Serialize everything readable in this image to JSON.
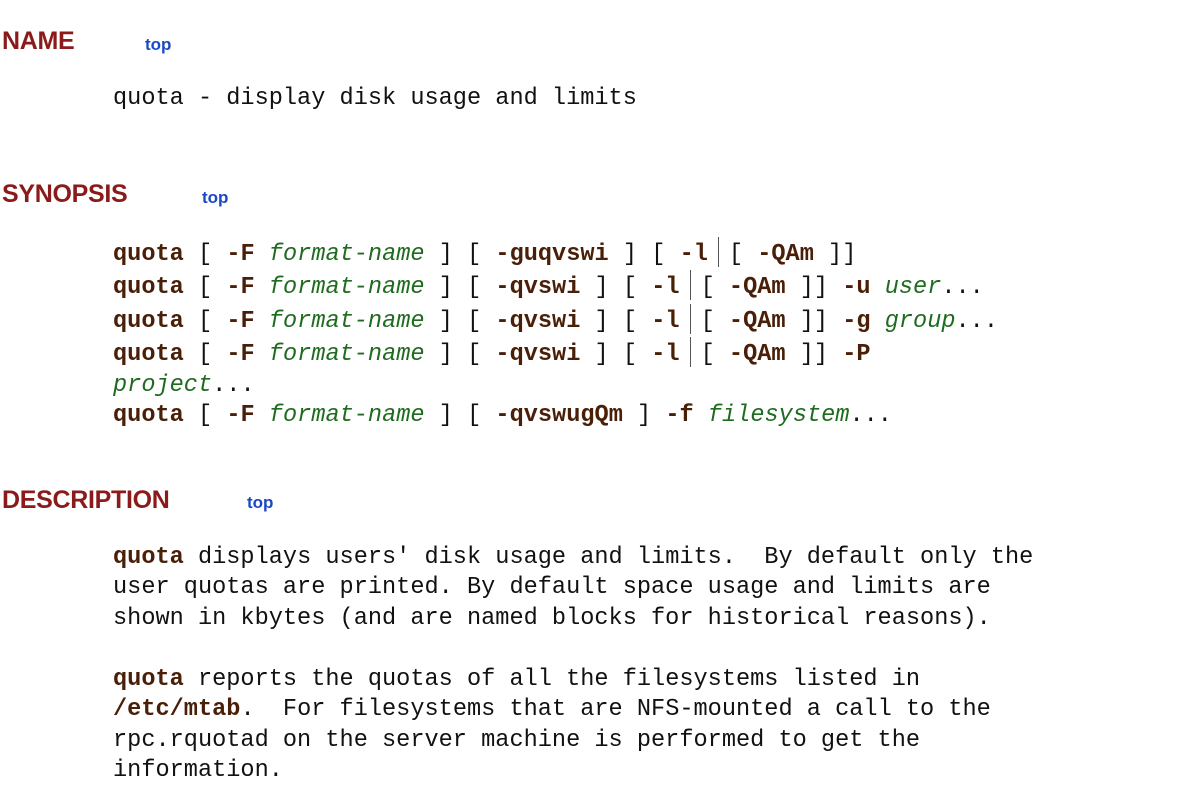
{
  "sections": {
    "name": {
      "heading": "NAME",
      "top_link": "top",
      "text": "quota - display disk usage and limits"
    },
    "synopsis": {
      "heading": "SYNOPSIS",
      "top_link": "top",
      "cmd": "quota",
      "lbr": "[",
      "rbr": "]",
      "rbr2": "]]",
      "dots": "...",
      "opt_F": "-F",
      "format_name": "format-name",
      "opt_guqvswi": "-guqvswi",
      "opt_qvswi": "-qvswi",
      "opt_l": "-l",
      "opt_QAm": "-QAm",
      "opt_u": "-u",
      "user": "user",
      "opt_g": "-g",
      "group": "group",
      "opt_P": "-P",
      "project": "project",
      "opt_qvswugQm": "-qvswugQm",
      "opt_f": "-f",
      "filesystem": "filesystem"
    },
    "description": {
      "heading": "DESCRIPTION",
      "top_link": "top",
      "p1_cmd": "quota",
      "p1_l1": " displays users' disk usage and limits.  By default only the",
      "p1_l2": "user quotas are printed. By default space usage and limits are",
      "p1_l3": "shown in kbytes (and are named blocks for historical reasons).",
      "p2_cmd": "quota",
      "p2_l1": " reports the quotas of all the filesystems listed in",
      "p2_path": "/etc/mtab",
      "p2_l2": ".  For filesystems that are NFS-mounted a call to the",
      "p2_l3": "rpc.rquotad on the server machine is performed to get the",
      "p2_l4": "information."
    }
  },
  "colors": {
    "heading": "#8b1a1a",
    "link": "#1b48c4",
    "command": "#4a1f08",
    "argument": "#1f6b1f"
  }
}
